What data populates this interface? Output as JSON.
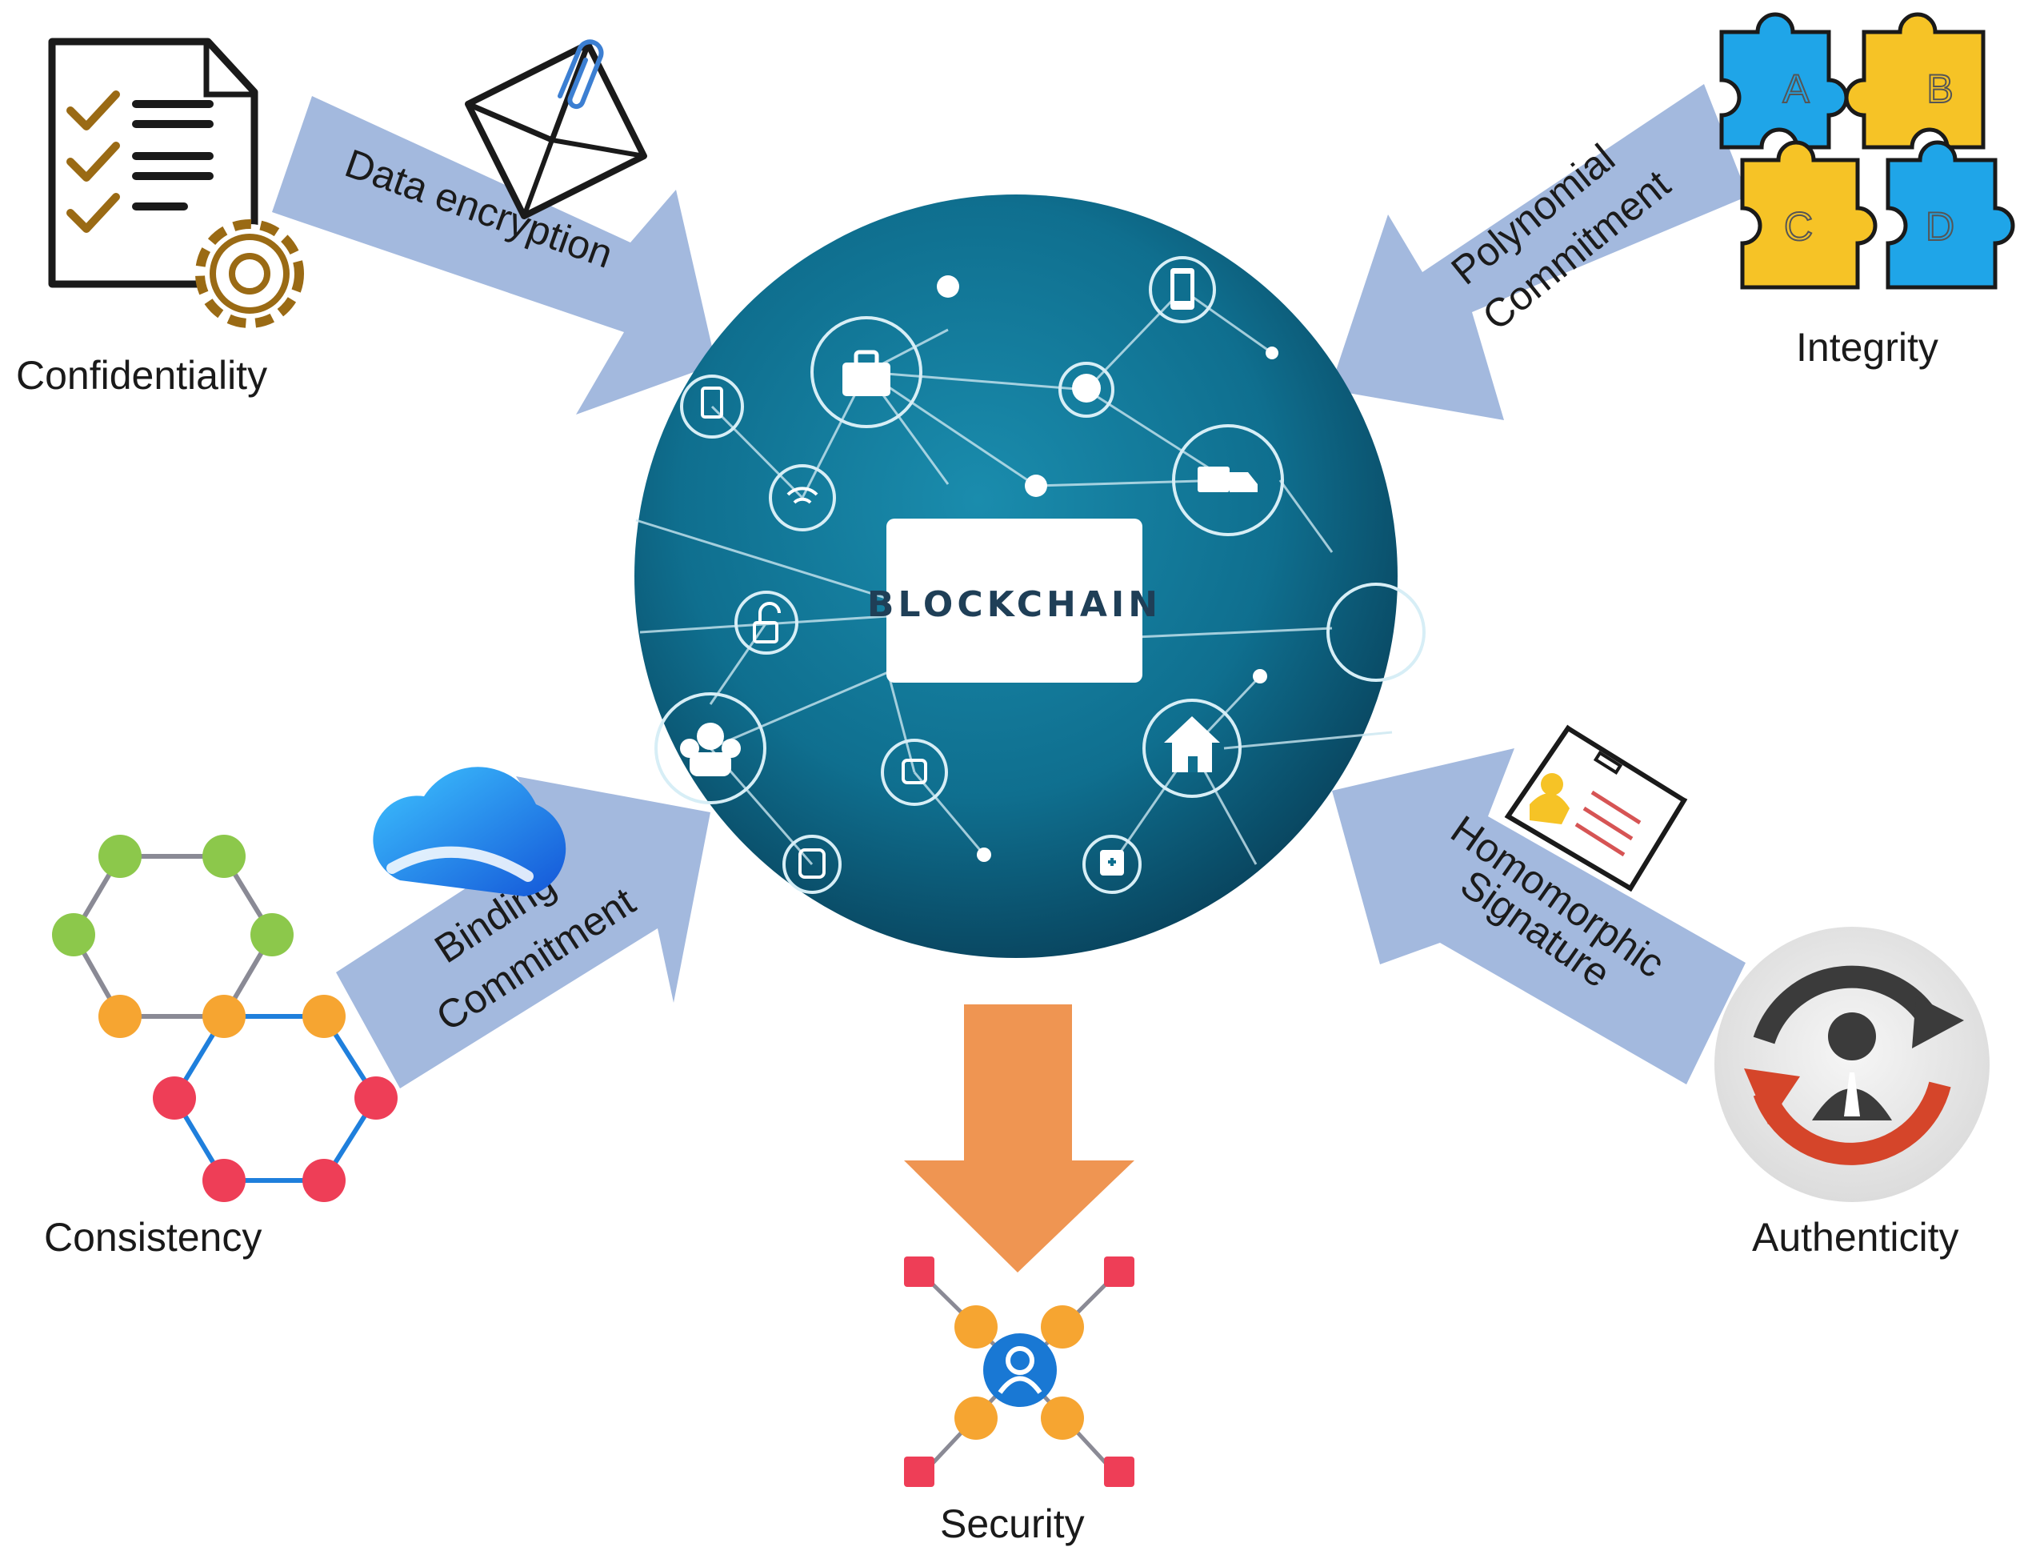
{
  "center": {
    "label": "BLOCKCHAIN"
  },
  "arrows": {
    "top_left": "Data encryption",
    "top_right": [
      "Polynomial",
      "Commitment"
    ],
    "bottom_left": [
      "Binding",
      "Commitment"
    ],
    "bottom_right": [
      "Homomorphic",
      "Signature"
    ]
  },
  "properties": {
    "confidentiality": "Confidentiality",
    "integrity": "Integrity",
    "consistency": "Consistency",
    "authenticity": "Authenticity",
    "security": "Security"
  },
  "puzzle_letters": [
    "A",
    "B",
    "C",
    "D"
  ],
  "colors": {
    "globe": "#0f6f8f",
    "globe_dark": "#0a4f6b",
    "arrow_blue": "#a3b9de",
    "arrow_orange": "#ef9552",
    "puzzle_blue": "#1fa5e8",
    "puzzle_yellow": "#f6c326",
    "green_node": "#8cc84b",
    "orange_node": "#f6a531",
    "red_node": "#ee3e57",
    "security_blue": "#1978d4"
  }
}
